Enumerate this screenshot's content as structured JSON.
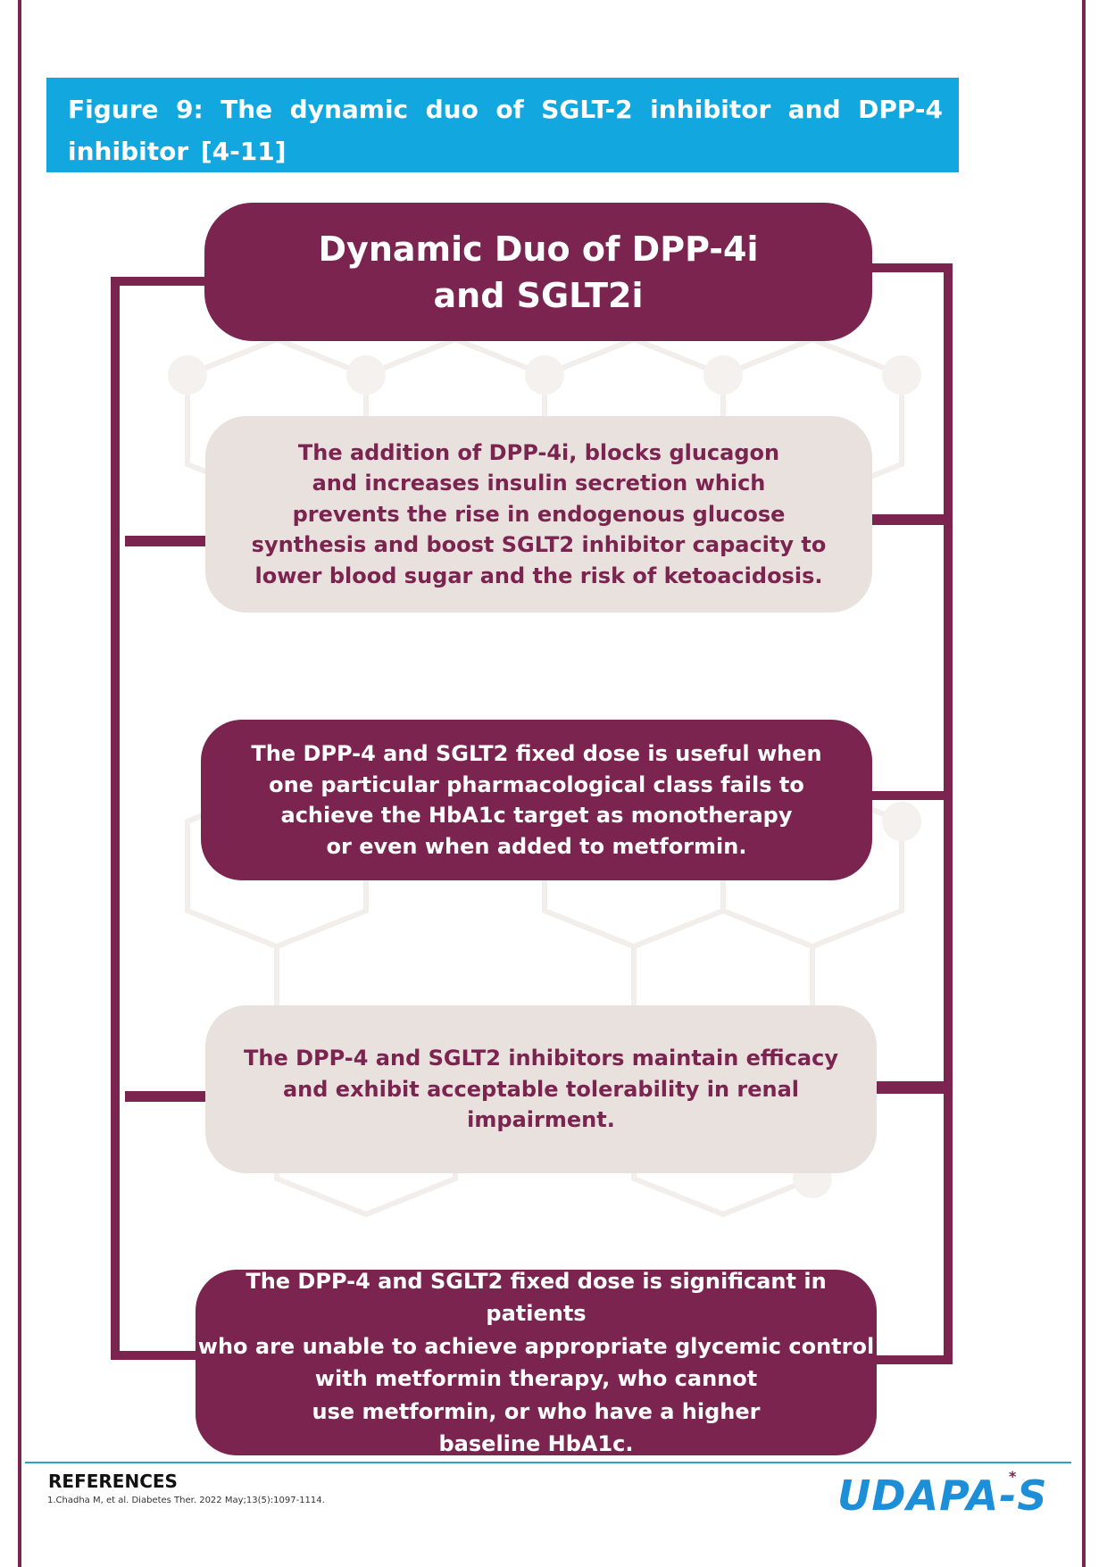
{
  "figure": {
    "caption": "Figure 9: The dynamic duo of SGLT-2 inhibitor and DPP-4 inhibitor [4-11]"
  },
  "infographic": {
    "title": "Dynamic Duo of DPP-4i\nand SGLT2i",
    "cards": [
      {
        "style": "light",
        "text": "The addition of DPP-4i, blocks glucagon\nand increases insulin secretion which\nprevents the rise in endogenous glucose\nsynthesis and boost SGLT2 inhibitor capacity to\nlower blood sugar and the risk of ketoacidosis."
      },
      {
        "style": "dark",
        "text": "The DPP-4 and SGLT2 fixed dose is useful when\none particular pharmacological class fails to\nachieve the HbA1c target as monotherapy\nor even when added to metformin."
      },
      {
        "style": "light",
        "text": "The DPP-4 and SGLT2 inhibitors maintain efficacy\nand exhibit acceptable tolerability in renal\nimpairment."
      },
      {
        "style": "dark",
        "text": "The DPP-4 and SGLT2 fixed dose is significant in patients\nwho are unable to achieve appropriate glycemic control\nwith metformin therapy, who cannot\nuse metformin, or who have a higher\nbaseline HbA1c."
      }
    ]
  },
  "references": {
    "heading": "REFERENCES",
    "items": [
      "1.Chadha M, et al. Diabetes Ther. 2022 May;13(5):1097-1114."
    ]
  },
  "logo": {
    "text": "UDAPA-S",
    "mark": "*"
  },
  "colors": {
    "plum": "#7b2450",
    "card_light": "#e8e1dd",
    "banner_blue": "#13a7e0",
    "logo_blue": "#1d8fd8"
  }
}
